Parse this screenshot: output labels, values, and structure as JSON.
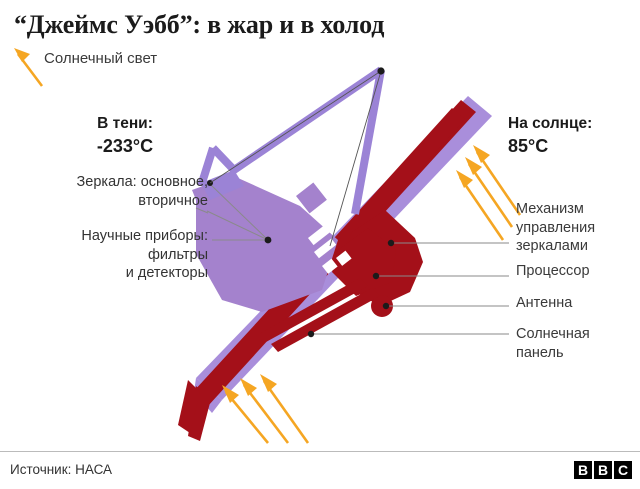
{
  "title": "“Джеймс Уэбб”: в жар и в холод",
  "labels": {
    "sunlight": "Солнечный свет",
    "shade_caption": "В тени:",
    "shade_temp": "-233°C",
    "sun_caption": "На солнце:",
    "sun_temp": "85°C",
    "mirrors": "Зеркала: основное,\nвторичное",
    "instruments": "Научные приборы:\nфильтры\nи детекторы",
    "mirror_mechanism": "Механизм\nуправления\nзеркалами",
    "processor": "Процессор",
    "antenna": "Антенна",
    "solar_panel": "Солнечная\nпанель"
  },
  "footer": {
    "source": "Источник: НАСА",
    "logo_letters": [
      "B",
      "B",
      "C"
    ]
  },
  "colors": {
    "sunshield_hot": "#a41019",
    "sunshield_cool": "#a98edb",
    "telescope_body": "#a482cd",
    "mirror_frame": "#9b83d6",
    "sun_arrow": "#f5a623",
    "leader_line": "#8a8a8a",
    "text": "#333333",
    "background": "#ffffff"
  },
  "diagram": {
    "type": "labelled-illustration",
    "subject": "James Webb Space Telescope thermal diagram",
    "callouts": [
      {
        "name": "mirrors",
        "side": "left"
      },
      {
        "name": "instruments",
        "side": "left"
      },
      {
        "name": "mirror_mechanism",
        "side": "right"
      },
      {
        "name": "processor",
        "side": "right"
      },
      {
        "name": "antenna",
        "side": "right"
      },
      {
        "name": "solar_panel",
        "side": "right"
      }
    ],
    "sun_arrow_groups": 2
  }
}
